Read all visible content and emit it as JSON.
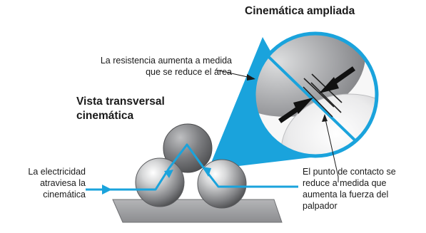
{
  "zoom_title": "Cinemática ampliada",
  "section_title": [
    "Vista transversal",
    "cinemática"
  ],
  "resistance_note": [
    "La resistencia aumenta a medida",
    "que se reduce el área"
  ],
  "electricity_note": [
    "La electricidad",
    "atraviesa la",
    "cinemática"
  ],
  "contact_note": [
    "El punto de contacto se",
    "reduce a medida que",
    "aumenta la fuerza del",
    "palpador"
  ],
  "colors": {
    "current_path": "#1aa3dc",
    "magnifier_fill": "#1aa3dc",
    "sphere_dark": "#5f6062",
    "sphere_light": "#f4f4f4",
    "base": "#9d9ea0",
    "force_arrow": "#111111"
  }
}
